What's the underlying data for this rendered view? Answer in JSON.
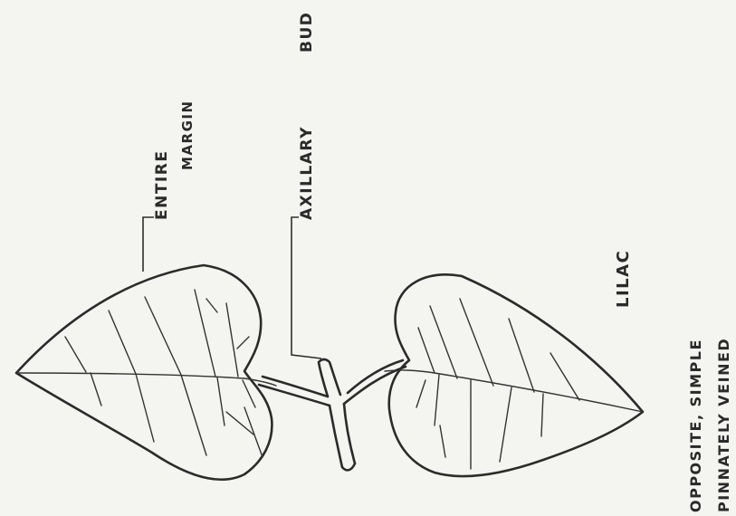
{
  "labels": {
    "entire": "ENTIRE",
    "margin": "MARGIN",
    "axillary": "AXILLARY",
    "bud": "BUD",
    "plant": "LILAC",
    "desc_line1": "OPPOSITE, SIMPLE",
    "desc_line2": "PINNATELY VEINED"
  }
}
